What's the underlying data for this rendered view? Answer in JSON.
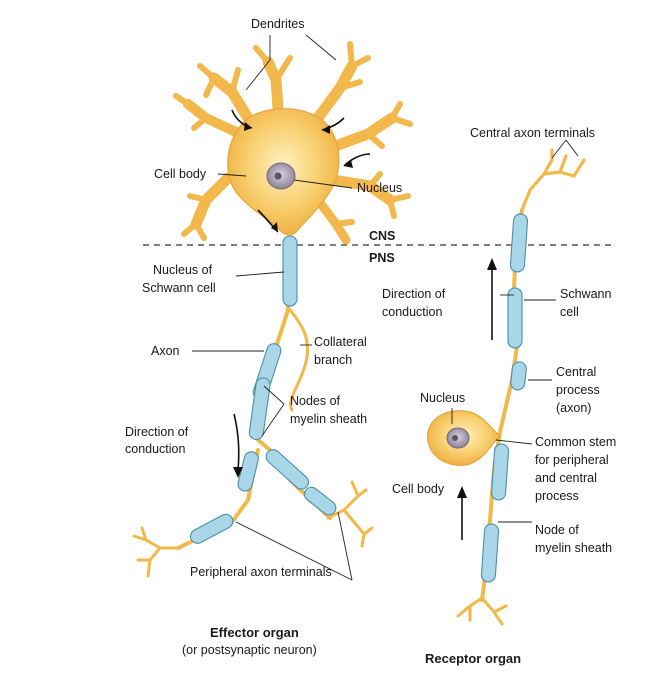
{
  "boundary": {
    "cns_label": "CNS",
    "pns_label": "PNS"
  },
  "effector_neuron": {
    "dendrites": "Dendrites",
    "cell_body": "Cell body",
    "nucleus": "Nucleus",
    "schwann_nucleus": [
      "Nucleus of",
      "Schwann cell"
    ],
    "axon": "Axon",
    "collateral_branch": [
      "Collateral",
      "branch"
    ],
    "nodes": [
      "Nodes of",
      "myelin sheath"
    ],
    "direction": [
      "Direction of",
      "conduction"
    ],
    "peripheral_terminals": "Peripheral axon terminals",
    "organ_title": "Effector organ",
    "organ_subtitle": "(or postsynaptic neuron)"
  },
  "receptor_neuron": {
    "central_terminals": "Central axon terminals",
    "direction": [
      "Direction of",
      "conduction"
    ],
    "schwann_cell": [
      "Schwann",
      "cell"
    ],
    "nucleus": "Nucleus",
    "central_process": [
      "Central",
      "process",
      "(axon)"
    ],
    "common_stem": [
      "Common stem",
      "for peripheral",
      "and central",
      "process"
    ],
    "cell_body": "Cell body",
    "node": [
      "Node of",
      "myelin sheath"
    ],
    "organ_title": "Receptor organ"
  },
  "colors": {
    "neuron_body": "#f6c45a",
    "myelin": "#a9d7e8",
    "nucleus": "#9d93a6"
  }
}
